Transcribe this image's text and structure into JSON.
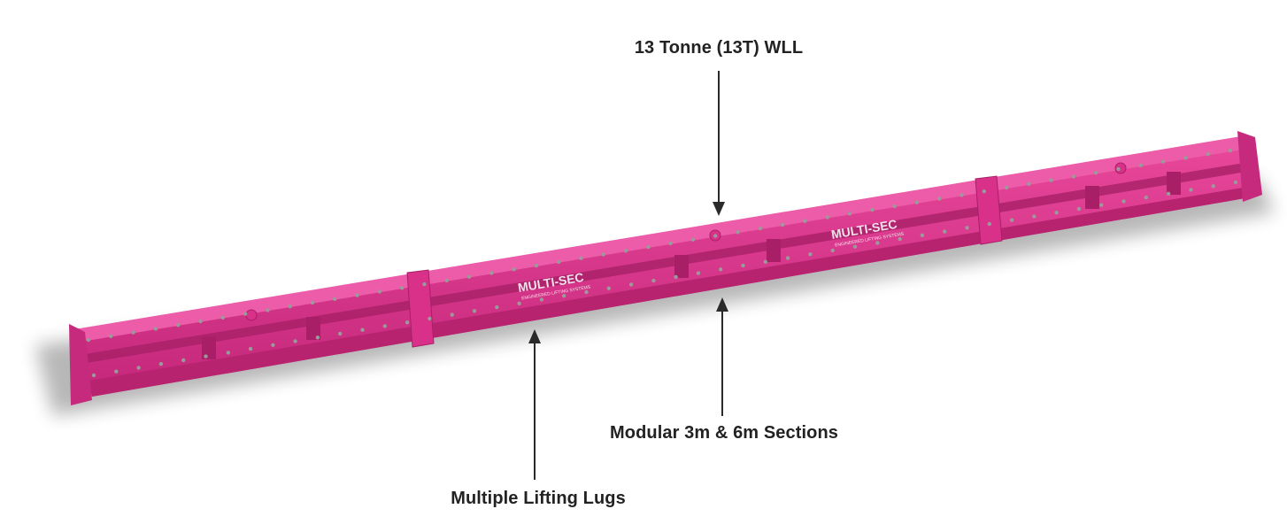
{
  "callouts": {
    "wll": "13 Tonne (13T) WLL",
    "modular": "Modular 3m & 6m Sections",
    "lugs": "Multiple Lifting Lugs"
  },
  "brand": {
    "name": "MULTI-SEC",
    "tagline": "ENGINEERED LIFTING SYSTEMS"
  },
  "colors": {
    "beam_main": "#d9308a",
    "beam_light": "#ec5ca8",
    "beam_dark": "#a81f67",
    "bolt": "#9a9a9a",
    "arrow": "#2a2a2a",
    "label": "#222222"
  }
}
